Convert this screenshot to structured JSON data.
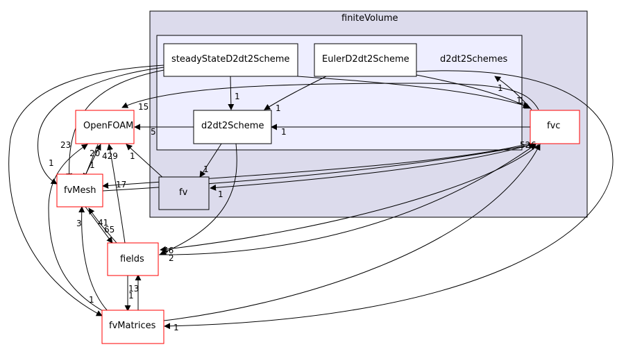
{
  "colors": {
    "outer_cluster_fill": "#dcdbec",
    "inner_cluster_fill": "#eeeeff",
    "node_red_border": "#ff0000",
    "node_black_border": "#000000",
    "edge": "#000000",
    "background": "#ffffff"
  },
  "clusters": {
    "finite_volume": "finiteVolume",
    "d2dt2_schemes": "d2dt2Schemes"
  },
  "nodes": {
    "steady_state": "steadyStateD2dt2Scheme",
    "euler": "EulerD2dt2Scheme",
    "d2dt2_scheme": "d2dt2Scheme",
    "fvc": "fvc",
    "fv": "fv",
    "openfoam": "OpenFOAM",
    "fvmesh": "fvMesh",
    "fields": "fields",
    "fvmatrices": "fvMatrices"
  },
  "edge_labels": {
    "steady_to_d2dt2": "1",
    "euler_to_d2dt2": "1",
    "steady_to_fvc": "1",
    "euler_to_fvc": "1",
    "fvc_to_d2dt2schemes": "1",
    "to_openfoam_15": "15",
    "d2dt2_to_openfoam": "5",
    "fvc_to_d2dt2": "1",
    "d2dt2_to_fv": "1",
    "fv_to_openfoam": "1",
    "fvc_to_fv": "1",
    "fvmesh_to_openfoam": "20",
    "openfoam_to_fvmesh": "1",
    "fields_to_openfoam": "429",
    "fvmatrices_to_openfoam": "23",
    "steady_to_fvmesh": "1",
    "to_fvmesh_17": "17",
    "fvc_in_52": "52",
    "fvc_in_6": "6",
    "fvmesh_to_fields": "65",
    "fields_to_fvmesh": "41",
    "fvmatrices_to_fvmesh": "3",
    "to_fields_46": "46",
    "to_fields_2": "2",
    "fvmatrices_to_fields": "13",
    "fields_to_fvmatrices": "1",
    "to_fvmatrices_1": "1",
    "to_fvmatrices_1b": "1"
  }
}
